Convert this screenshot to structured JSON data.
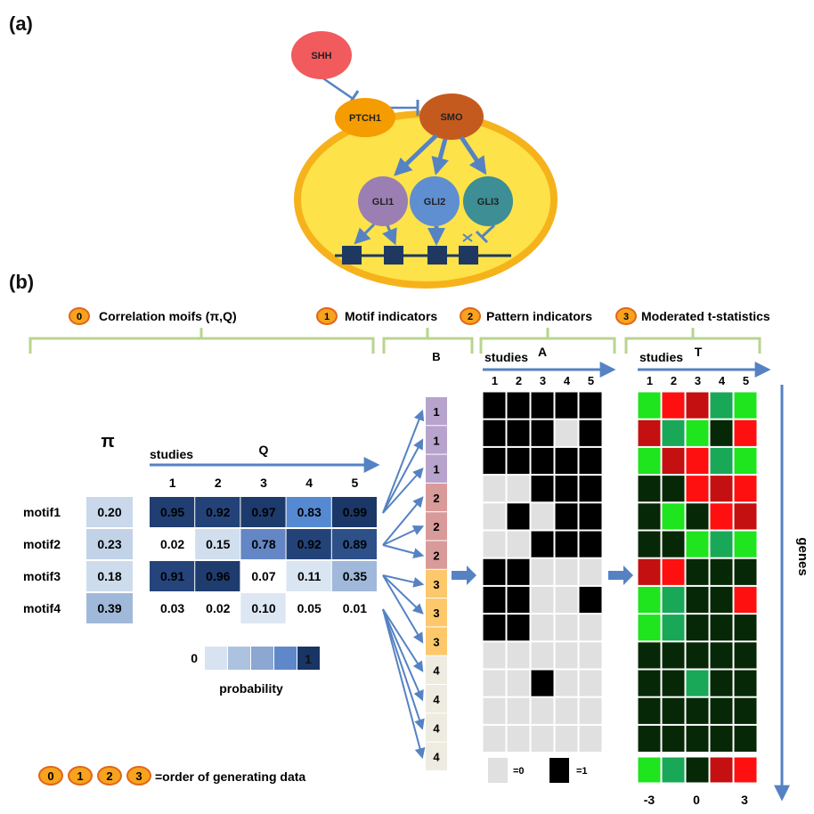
{
  "panel_a_label": "(a)",
  "panel_b_label": "(b)",
  "pathway": {
    "shh": "SHH",
    "ptch1": "PTCH1",
    "smo": "SMO",
    "gli1": "GLI1",
    "gli2": "GLI2",
    "gli3": "GLI3"
  },
  "steps": [
    {
      "num": "0",
      "label": "Correlation moifs (π,Q)"
    },
    {
      "num": "1",
      "label": "Motif indicators"
    },
    {
      "num": "2",
      "label": "Pattern indicators"
    },
    {
      "num": "3",
      "label": "Moderated t-statistics"
    }
  ],
  "pi_header": "π",
  "studies_label": "studies",
  "q_label": "Q",
  "b_label": "B",
  "a_label": "A",
  "t_label": "T",
  "genes_label": "genes",
  "study_ids": [
    "1",
    "2",
    "3",
    "4",
    "5"
  ],
  "motifs": [
    "motif1",
    "motif2",
    "motif3",
    "motif4"
  ],
  "pi_values": [
    "0.20",
    "0.23",
    "0.18",
    "0.39"
  ],
  "q_values": [
    [
      "0.95",
      "0.92",
      "0.97",
      "0.83",
      "0.99"
    ],
    [
      "0.02",
      "0.15",
      "0.78",
      "0.92",
      "0.89"
    ],
    [
      "0.91",
      "0.96",
      "0.07",
      "0.11",
      "0.35"
    ],
    [
      "0.03",
      "0.02",
      "0.10",
      "0.05",
      "0.01"
    ]
  ],
  "b_values": [
    "1",
    "1",
    "1",
    "2",
    "2",
    "2",
    "3",
    "3",
    "3",
    "4",
    "4",
    "4",
    "4"
  ],
  "a_matrix": [
    [
      1,
      1,
      1,
      1,
      1
    ],
    [
      1,
      1,
      1,
      0,
      1
    ],
    [
      1,
      1,
      1,
      1,
      1
    ],
    [
      0,
      0,
      1,
      1,
      1
    ],
    [
      0,
      1,
      0,
      1,
      1
    ],
    [
      0,
      0,
      1,
      1,
      1
    ],
    [
      1,
      1,
      0,
      0,
      0
    ],
    [
      1,
      1,
      0,
      0,
      1
    ],
    [
      1,
      1,
      0,
      0,
      0
    ],
    [
      0,
      0,
      0,
      0,
      0
    ],
    [
      0,
      0,
      1,
      0,
      0
    ],
    [
      0,
      0,
      0,
      0,
      0
    ],
    [
      0,
      0,
      0,
      0,
      0
    ]
  ],
  "t_matrix": [
    [
      3,
      -3,
      -2.5,
      1.5,
      3
    ],
    [
      -2.5,
      1.5,
      3,
      0,
      -3
    ],
    [
      3,
      -2.5,
      -3,
      1.5,
      3
    ],
    [
      0,
      0,
      -3,
      -2.5,
      -3
    ],
    [
      0,
      3,
      0,
      -3,
      -2.5
    ],
    [
      0,
      0,
      3,
      1.5,
      3
    ],
    [
      -2.5,
      -3,
      0,
      0,
      0
    ],
    [
      3,
      1.5,
      0,
      0,
      -3
    ],
    [
      3,
      1.5,
      0,
      0,
      0
    ],
    [
      0,
      0,
      0,
      0,
      0
    ],
    [
      0,
      0,
      1.5,
      0,
      0
    ],
    [
      0,
      0,
      0,
      0,
      0
    ],
    [
      0,
      0,
      0,
      0,
      0
    ]
  ],
  "t_scale": [
    3,
    1.5,
    0,
    -2.5,
    -3
  ],
  "t_scale_labels": {
    "low": "-3",
    "mid": "0",
    "high": "3"
  },
  "prob_scale": {
    "low": "0",
    "high": "1",
    "label": "probability"
  },
  "a_legend": {
    "zero": "=0",
    "one": "=1"
  },
  "order_nums": [
    "0",
    "1",
    "2",
    "3"
  ],
  "order_text": "=order of generating data",
  "colors": {
    "shh": "#f15b5e",
    "ptch1": "#f59c00",
    "smo": "#c55a1f",
    "cell": "#fde24a",
    "cell_border": "#f6b21b",
    "gli1": "#9b7fb2",
    "gli2": "#5f8ed1",
    "gli3": "#3d8e95",
    "arrow": "#5582c3",
    "bracket": "#b9d48e",
    "b_purple": "#b7a3cc",
    "b_red": "#d99a9a",
    "b_orange": "#fcc86b",
    "b_gray": "#eeebe0"
  }
}
